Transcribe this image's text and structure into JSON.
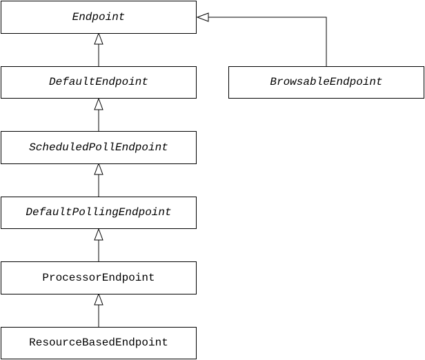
{
  "diagram": {
    "classes": [
      {
        "id": "endpoint",
        "name": "Endpoint",
        "abstract": true
      },
      {
        "id": "default-endpoint",
        "name": "DefaultEndpoint",
        "abstract": true
      },
      {
        "id": "browsable-endpoint",
        "name": "BrowsableEndpoint",
        "abstract": true
      },
      {
        "id": "scheduled-poll-endpoint",
        "name": "ScheduledPollEndpoint",
        "abstract": true
      },
      {
        "id": "default-polling-endpoint",
        "name": "DefaultPollingEndpoint",
        "abstract": true
      },
      {
        "id": "processor-endpoint",
        "name": "ProcessorEndpoint",
        "abstract": false
      },
      {
        "id": "resource-based-endpoint",
        "name": "ResourceBasedEndpoint",
        "abstract": false
      }
    ],
    "relations": [
      {
        "type": "generalization",
        "from": "default-endpoint",
        "to": "endpoint"
      },
      {
        "type": "generalization",
        "from": "browsable-endpoint",
        "to": "endpoint"
      },
      {
        "type": "generalization",
        "from": "scheduled-poll-endpoint",
        "to": "default-endpoint"
      },
      {
        "type": "generalization",
        "from": "default-polling-endpoint",
        "to": "scheduled-poll-endpoint"
      },
      {
        "type": "generalization",
        "from": "processor-endpoint",
        "to": "default-polling-endpoint"
      },
      {
        "type": "generalization",
        "from": "resource-based-endpoint",
        "to": "processor-endpoint"
      }
    ]
  }
}
